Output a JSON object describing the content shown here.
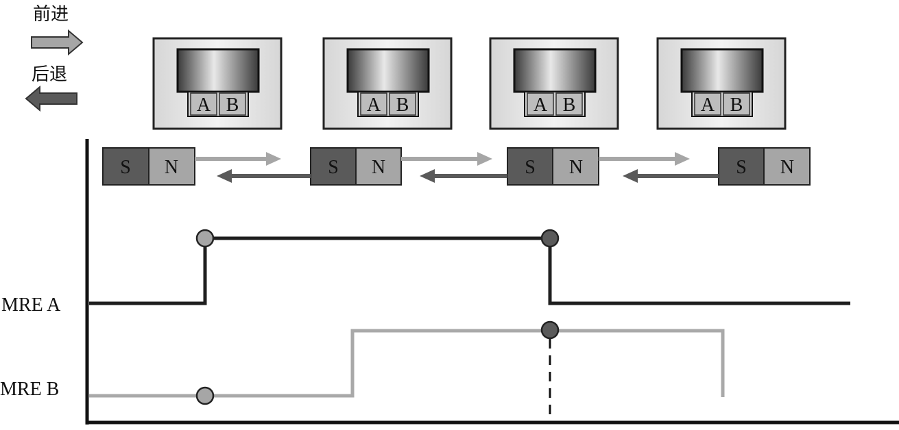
{
  "legend": {
    "forward_label": "前进",
    "backward_label": "后退"
  },
  "sensor": {
    "labels": [
      "A",
      "B"
    ]
  },
  "magnet": {
    "south_label": "S",
    "north_label": "N"
  },
  "signals": {
    "mre_a_label": "MRE A",
    "mre_b_label": "MRE B"
  },
  "colors": {
    "dark": "#5a5a5a",
    "light": "#a6a6a6",
    "line_dark": "#1e1e1e",
    "line_light": "#a9a9a9"
  }
}
